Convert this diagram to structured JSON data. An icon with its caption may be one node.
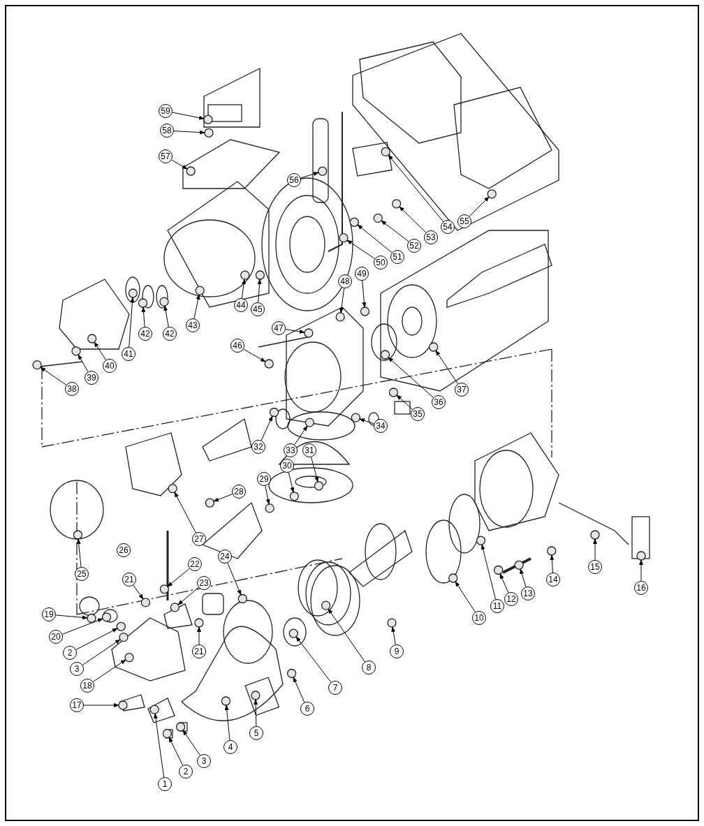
{
  "diagram": {
    "nodes": [
      {
        "text": [
          "59"
        ]
      },
      {
        "text": [
          "58"
        ]
      },
      {
        "text": [
          "57"
        ]
      },
      {
        "text": [
          "56"
        ]
      },
      {
        "text": [
          "55"
        ]
      },
      {
        "text": [
          "54"
        ]
      },
      {
        "text": [
          "53"
        ]
      },
      {
        "text": [
          "52"
        ]
      },
      {
        "text": [
          "51"
        ]
      },
      {
        "text": [
          "50"
        ]
      },
      {
        "text": [
          "49"
        ]
      },
      {
        "text": [
          "48"
        ]
      },
      {
        "text": [
          "45"
        ]
      },
      {
        "text": [
          "44"
        ]
      },
      {
        "text": [
          "43"
        ]
      },
      {
        "text": [
          "42"
        ]
      },
      {
        "text": [
          "42"
        ]
      },
      {
        "text": [
          "41"
        ]
      },
      {
        "text": [
          "40"
        ]
      },
      {
        "text": [
          "47"
        ]
      },
      {
        "text": [
          "46"
        ]
      },
      {
        "text": [
          "39"
        ]
      },
      {
        "text": [
          "38"
        ]
      },
      {
        "text": [
          "37"
        ]
      },
      {
        "text": [
          "36"
        ]
      },
      {
        "text": [
          "35"
        ]
      },
      {
        "text": [
          "34"
        ]
      },
      {
        "text": [
          "33"
        ]
      },
      {
        "text": [
          "32"
        ]
      },
      {
        "text": [
          "31"
        ]
      },
      {
        "text": [
          "30"
        ]
      },
      {
        "text": [
          "29"
        ]
      },
      {
        "text": [
          "28"
        ]
      },
      {
        "text": [
          "27"
        ]
      },
      {
        "text": [
          "26"
        ]
      },
      {
        "text": [
          "25"
        ]
      },
      {
        "text": [
          "24"
        ]
      },
      {
        "text": [
          "22"
        ]
      },
      {
        "text": [
          "23"
        ]
      },
      {
        "text": [
          "21"
        ]
      },
      {
        "text": [
          "21"
        ]
      },
      {
        "text": [
          "19"
        ]
      },
      {
        "text": [
          "20"
        ]
      },
      {
        "text": [
          "2"
        ]
      },
      {
        "text": [
          "3"
        ]
      },
      {
        "text": [
          "18"
        ]
      },
      {
        "text": [
          "17"
        ]
      },
      {
        "text": [
          "16"
        ]
      },
      {
        "text": [
          "15"
        ]
      },
      {
        "text": [
          "14"
        ]
      },
      {
        "text": [
          "13"
        ]
      },
      {
        "text": [
          "12"
        ]
      },
      {
        "text": [
          "11"
        ]
      },
      {
        "text": [
          "10"
        ]
      },
      {
        "text": [
          "9"
        ]
      },
      {
        "text": [
          "8"
        ]
      },
      {
        "text": [
          "7"
        ]
      },
      {
        "text": [
          "6"
        ]
      },
      {
        "text": [
          "5"
        ]
      },
      {
        "text": [
          "4"
        ]
      },
      {
        "text": [
          "3"
        ]
      },
      {
        "text": [
          "2"
        ]
      },
      {
        "text": [
          "1"
        ]
      }
    ],
    "edges": [
      {
        "from": 0,
        "to": null,
        "arrow": "to"
      },
      {
        "from": 1,
        "to": null,
        "arrow": "to"
      },
      {
        "from": 2,
        "to": null,
        "arrow": "to"
      },
      {
        "from": 3,
        "to": null,
        "arrow": "to"
      },
      {
        "from": 4,
        "to": null,
        "arrow": "to"
      },
      {
        "from": 5,
        "to": null,
        "arrow": "to"
      },
      {
        "from": 6,
        "to": null,
        "arrow": "to"
      },
      {
        "from": 7,
        "to": null,
        "arrow": "to"
      },
      {
        "from": 8,
        "to": null,
        "arrow": "to"
      },
      {
        "from": 9,
        "to": null,
        "arrow": "to"
      },
      {
        "from": 10,
        "to": null,
        "arrow": "to"
      },
      {
        "from": 11,
        "to": null,
        "arrow": "to"
      },
      {
        "from": 12,
        "to": null,
        "arrow": "to"
      },
      {
        "from": 13,
        "to": null,
        "arrow": "to"
      },
      {
        "from": 14,
        "to": null,
        "arrow": "to"
      },
      {
        "from": 15,
        "to": null,
        "arrow": "to"
      },
      {
        "from": 16,
        "to": null,
        "arrow": "to"
      },
      {
        "from": 17,
        "to": null,
        "arrow": "to"
      },
      {
        "from": 18,
        "to": null,
        "arrow": "to"
      },
      {
        "from": 19,
        "to": null,
        "arrow": "to"
      },
      {
        "from": 20,
        "to": null,
        "arrow": "to"
      },
      {
        "from": 21,
        "to": null,
        "arrow": "to"
      },
      {
        "from": 22,
        "to": null,
        "arrow": "to"
      },
      {
        "from": 23,
        "to": null,
        "arrow": "to"
      },
      {
        "from": 24,
        "to": null,
        "arrow": "to"
      },
      {
        "from": 25,
        "to": null,
        "arrow": "to"
      },
      {
        "from": 26,
        "to": null,
        "arrow": "to"
      },
      {
        "from": 27,
        "to": null,
        "arrow": "to"
      },
      {
        "from": 28,
        "to": null,
        "arrow": "to"
      },
      {
        "from": 29,
        "to": null,
        "arrow": "to"
      },
      {
        "from": 30,
        "to": null,
        "arrow": "to"
      },
      {
        "from": 31,
        "to": null,
        "arrow": "to"
      },
      {
        "from": 32,
        "to": null,
        "arrow": "to"
      },
      {
        "from": 33,
        "to": null,
        "arrow": "to"
      },
      {
        "from": 35,
        "to": null,
        "arrow": "to"
      },
      {
        "from": 36,
        "to": null,
        "arrow": "to"
      },
      {
        "from": 37,
        "to": null,
        "arrow": "to"
      },
      {
        "from": 38,
        "to": null,
        "arrow": "to"
      },
      {
        "from": 39,
        "to": null,
        "arrow": "to"
      },
      {
        "from": 40,
        "to": null,
        "arrow": "to"
      },
      {
        "from": 41,
        "to": null,
        "arrow": "to"
      },
      {
        "from": 42,
        "to": null,
        "arrow": "to"
      },
      {
        "from": 43,
        "to": null,
        "arrow": "to"
      },
      {
        "from": 44,
        "to": null,
        "arrow": "to"
      },
      {
        "from": 45,
        "to": null,
        "arrow": "to"
      },
      {
        "from": 46,
        "to": null,
        "arrow": "to"
      },
      {
        "from": 47,
        "to": null,
        "arrow": "to"
      },
      {
        "from": 48,
        "to": null,
        "arrow": "to"
      },
      {
        "from": 49,
        "to": null,
        "arrow": "to"
      },
      {
        "from": 50,
        "to": null,
        "arrow": "to"
      },
      {
        "from": 51,
        "to": null,
        "arrow": "to"
      },
      {
        "from": 52,
        "to": null,
        "arrow": "to"
      },
      {
        "from": 53,
        "to": null,
        "arrow": "to"
      },
      {
        "from": 54,
        "to": null,
        "arrow": "to"
      },
      {
        "from": 55,
        "to": null,
        "arrow": "to"
      },
      {
        "from": 56,
        "to": null,
        "arrow": "to"
      },
      {
        "from": 57,
        "to": null,
        "arrow": "to"
      },
      {
        "from": 58,
        "to": null,
        "arrow": "to"
      },
      {
        "from": 59,
        "to": null,
        "arrow": "to"
      },
      {
        "from": 60,
        "to": null,
        "arrow": "to"
      },
      {
        "from": 61,
        "to": null,
        "arrow": "to"
      },
      {
        "from": 62,
        "to": null,
        "arrow": "to"
      }
    ]
  }
}
